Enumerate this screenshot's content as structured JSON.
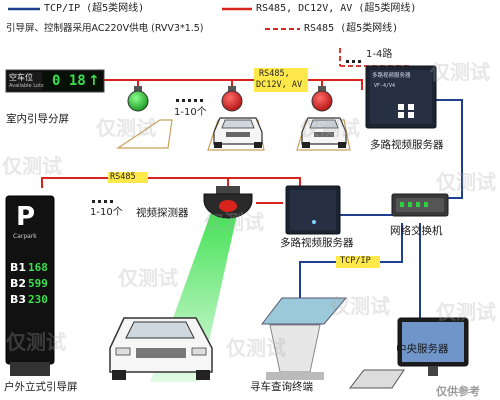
{
  "legend": {
    "tcpip": "TCP/IP (超5类网线)",
    "rs485_power": "RS485, DC12V, AV (超5类网线)",
    "power_note": "引导屏、控制器采用AC220V供电 (RVV3*1.5)",
    "rs485_dashed": "RS485 (超5类网线)"
  },
  "colors": {
    "tcpip": "#1f3f8f",
    "rs485": "#d9231d",
    "guide_green": "#39e04b",
    "tag_yellow": "#ffe94a"
  },
  "indoor_screen": {
    "text1": "空车位",
    "text2": "Available Lots",
    "digits": "0 18",
    "arrow": "↑"
  },
  "labels": {
    "indoor_guide_screen": "室内引导分屏",
    "multi_video_server_1": "多路视频服务器",
    "video_detector": "视频探测器",
    "multi_video_server_2": "多路视频服务器",
    "network_switch": "网络交换机",
    "central_server": "中央服务器",
    "outdoor_guide_screen": "户外立式引导屏",
    "search_terminal": "寻车查询终端"
  },
  "tags": {
    "rs485_dc12v_line1": "RS485,",
    "rs485_dc12v_line2": "DC12V, AV",
    "tcpip": "TCP/IP",
    "rs485": "RS485"
  },
  "counts": {
    "top": "1-10个",
    "cameras": "1-4路",
    "mid": "1-10个"
  },
  "server_panel": {
    "title": "多路视频服务器",
    "model": "VF-4/V4"
  },
  "outdoor_screen": {
    "sign": "P",
    "sublabel": "Carpark",
    "rows": [
      {
        "floor": "B1",
        "value": "168"
      },
      {
        "floor": "B2",
        "value": "599"
      },
      {
        "floor": "B3",
        "value": "230"
      }
    ]
  },
  "watermark": "仅测试",
  "corner_logo": "仅供参考"
}
